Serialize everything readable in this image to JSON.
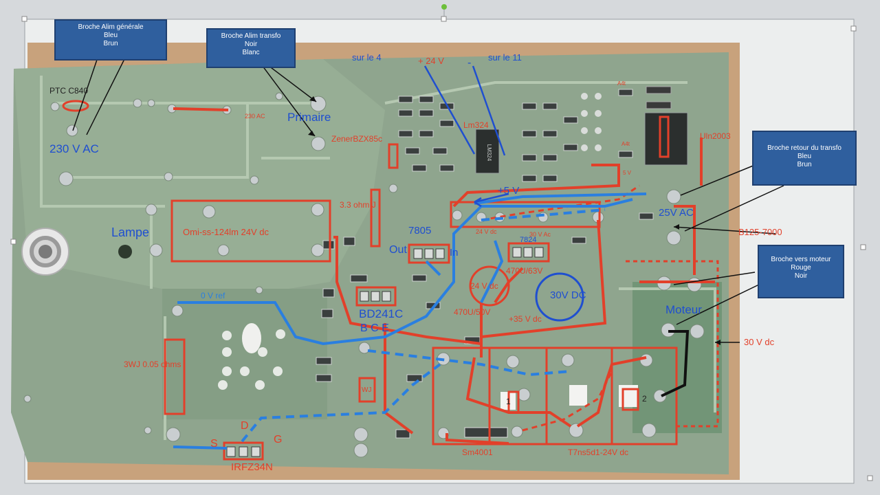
{
  "callouts": {
    "alim_generale": {
      "title": "Broche Alim générale",
      "line1": "Bleu",
      "line2": "Brun"
    },
    "alim_transfo": {
      "title": "Broche Alim transfo",
      "line1": "Noir",
      "line2": "Blanc"
    },
    "retour_transfo": {
      "title": "Broche retour du  transfo",
      "line1": "Bleu",
      "line2": "Brun"
    },
    "vers_moteur": {
      "title": "Broche vers moteur",
      "line1": "Rouge",
      "line2": "Noir"
    }
  },
  "labels": {
    "ptc": "PTC C840",
    "v230ac": "230 V AC",
    "ac230small": "230 AC",
    "primaire": "Primaire",
    "zener": "ZenerBZX85c",
    "sur4": "sur le 4",
    "sur11": "sur le 11",
    "plus24": "+ 24 V",
    "minus": "-",
    "lm324": "Lm324",
    "uln": "Uln2003",
    "plus5": "+5 V",
    "lampe": "Lampe",
    "omi": "Omi-ss-124lm 24V dc",
    "ohm33": "3.3 ohm J",
    "r7805": "7805",
    "out": "Out",
    "in": "In",
    "v24dc_small": "24 V dc",
    "v30ac_small": "30 V Ac",
    "r7824": "7824",
    "v25ac": "25V AC",
    "b125": "B125-7000",
    "cap470u63": "470U/63V",
    "v24dc": "24 V dc",
    "v30dc": "30V DC",
    "cap470u50": "470U/50V",
    "plus35": "+35 V dc",
    "moteur": "Moteur",
    "v30dc_right": "30 V dc",
    "vref": "0 V ref",
    "bd241": "BD241C",
    "bce": "B C E",
    "wj3": "3WJ 0.05 ohms",
    "wj": "WJ",
    "d": "D",
    "s": "S",
    "g": "G",
    "irf": "IRFZ34N",
    "one": "1",
    "two": "2",
    "sm4001": "Sm4001",
    "t7ns": "T7ns5d1-24V dc",
    "ic_mark": "LM324",
    "a4t_1": "A4t",
    "a4t_2": "A4t",
    "plus5_small": "5 V"
  },
  "colors": {
    "board": "#8fa58e",
    "board_dark": "#6f8a70",
    "backing": "#c8a27c",
    "trace_red": "#e2402a",
    "trace_blue": "#2a7fe0",
    "label_blue": "#1f4fd0",
    "callout_bg": "#2f5f9e"
  }
}
